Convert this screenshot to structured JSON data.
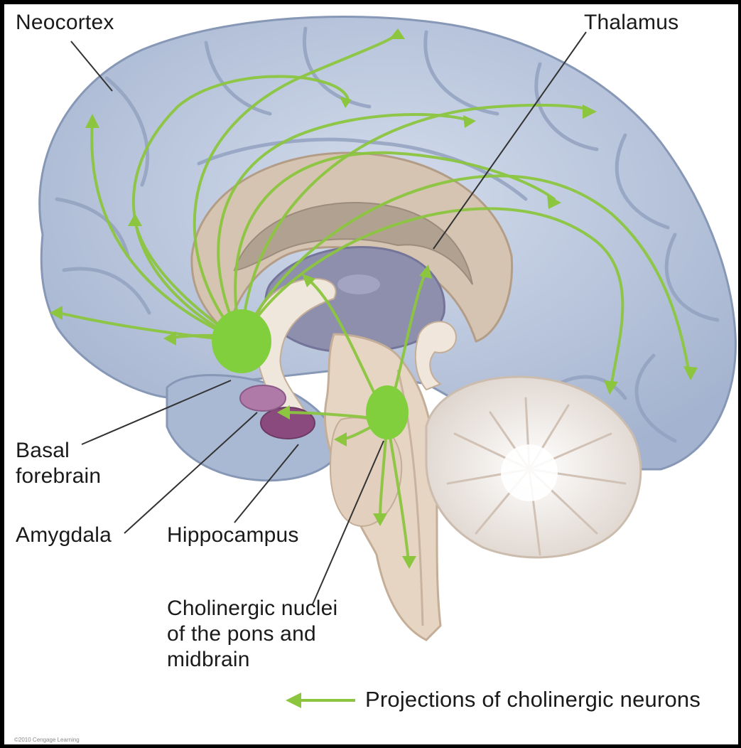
{
  "labels": {
    "neocortex": "Neocortex",
    "thalamus": "Thalamus",
    "basal_forebrain_line1": "Basal",
    "basal_forebrain_line2": "forebrain",
    "amygdala": "Amygdala",
    "hippocampus": "Hippocampus",
    "cholinergic_line1": "Cholinergic nuclei",
    "cholinergic_line2": "of the pons and",
    "cholinergic_line3": "midbrain"
  },
  "legend": {
    "label": "Projections of cholinergic neurons",
    "color": "#8cc63f"
  },
  "credit": "©2010 Cengage Learning",
  "colors": {
    "cortex": "#b9c6dc",
    "cortex_shadow": "#8f9fbd",
    "corpus_callosum": "#d6c4b2",
    "thalamus": "#8e8ead",
    "brainstem": "#e7d5c4",
    "cerebellum": "#efe9e4",
    "projection": "#8cc63f",
    "nucleus": "#82cf3e"
  }
}
